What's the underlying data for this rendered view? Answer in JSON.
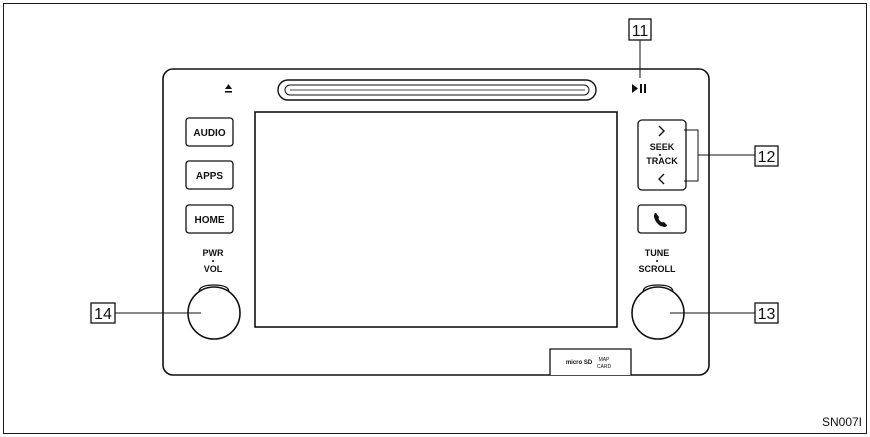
{
  "buttons": {
    "audio": "AUDIO",
    "apps": "APPS",
    "home": "HOME"
  },
  "labels": {
    "pwr": "PWR",
    "vol": "VOL",
    "seek": "SEEK",
    "track": "TRACK",
    "tune": "TUNE",
    "scroll": "SCROLL",
    "sd_brand": "micro SD",
    "map": "MAP",
    "card": "CARD"
  },
  "icons": {
    "eject": "eject-icon",
    "play_pause": "play-pause-icon",
    "seek_up": "chevron-right-icon",
    "seek_down": "chevron-left-icon",
    "phone": "phone-icon"
  },
  "callouts": {
    "play_pause": "11",
    "seek_track": "12",
    "tune_knob": "13",
    "power_knob": "14"
  },
  "figure_code": "SN007I"
}
